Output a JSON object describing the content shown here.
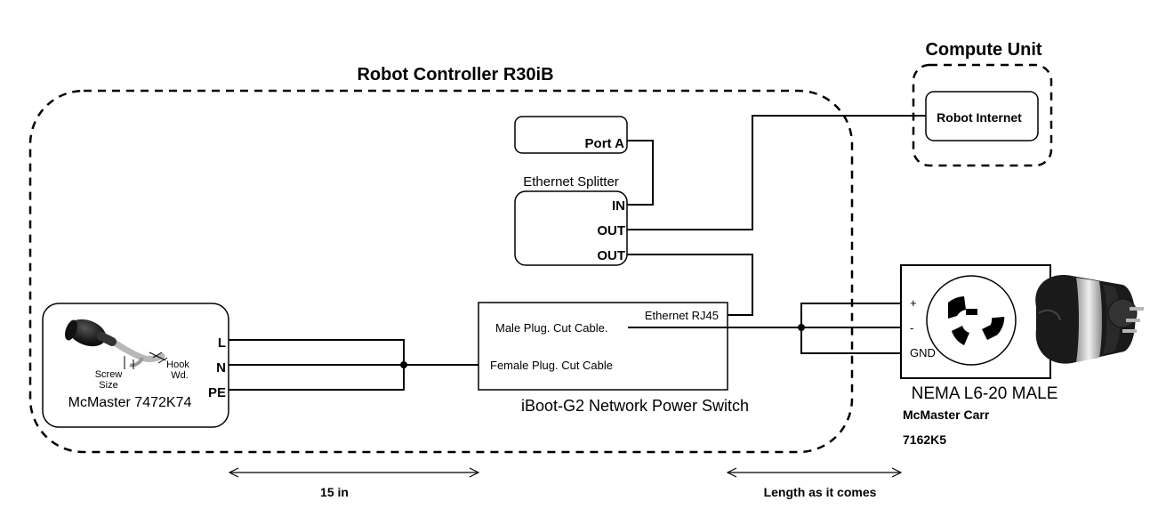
{
  "robot_controller": {
    "title": "Robot Controller R30iB"
  },
  "compute_unit": {
    "title": "Compute Unit",
    "box_label": "Robot Internet"
  },
  "port_a": {
    "label": "Port A"
  },
  "ethernet_splitter": {
    "title": "Ethernet Splitter",
    "in_label": "IN",
    "out1_label": "OUT",
    "out2_label": "OUT"
  },
  "mcmaster_cable": {
    "screw_size_label": "Screw Size",
    "screw_size_line1": "Screw",
    "screw_size_line2": "Size",
    "hook_wd_line1": "Hook",
    "hook_wd_line2": "Wd.",
    "part_label": "McMaster 7472K74",
    "pins": [
      "L",
      "N",
      "PE"
    ]
  },
  "iboot": {
    "title": "iBoot-G2 Network Power Switch",
    "ethernet_label": "Ethernet RJ45",
    "male_label": "Male Plug. Cut Cable.",
    "female_label": "Female Plug. Cut Cable"
  },
  "nema": {
    "title": "NEMA L6-20 MALE",
    "vendor": "McMaster Carr",
    "part": "7162K5",
    "pins": [
      "+",
      "-",
      "GND"
    ]
  },
  "dimensions": {
    "left_label": "15 in",
    "right_label": "Length as it comes"
  },
  "colors": {
    "line": "#000000",
    "background": "#ffffff",
    "plug_black": "#1a1a1a",
    "plug_silver": "#c8c8c8"
  }
}
